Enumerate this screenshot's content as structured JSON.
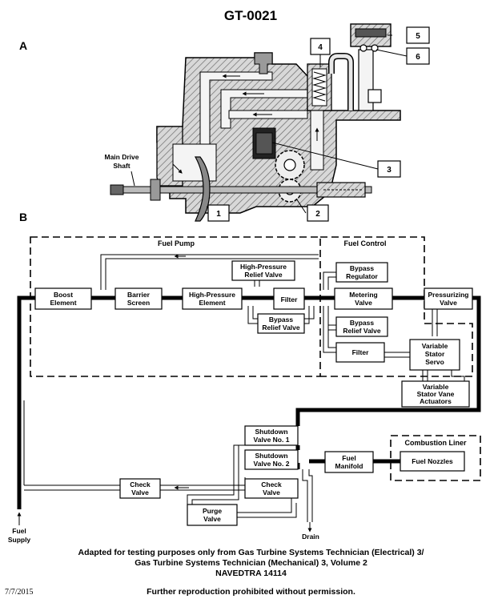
{
  "title": "GT-0021",
  "section_a": "A",
  "section_b": "B",
  "cutaway": {
    "shaft_label_1": "Main Drive",
    "shaft_label_2": "Shaft",
    "callouts": [
      "1",
      "2",
      "3",
      "4",
      "5",
      "6"
    ]
  },
  "groups": {
    "fuel_pump": "Fuel Pump",
    "fuel_control": "Fuel Control",
    "combustion_liner": "Combustion Liner"
  },
  "components": {
    "boost_element": [
      "Boost",
      "Element"
    ],
    "barrier_screen": [
      "Barrier",
      "Screen"
    ],
    "hp_element": [
      "High-Pressure",
      "Element"
    ],
    "hp_relief_valve": [
      "High-Pressure",
      "Relief Valve"
    ],
    "filter_pump": [
      "Filter"
    ],
    "bypass_relief_pump": [
      "Bypass",
      "Relief Valve"
    ],
    "bypass_regulator": [
      "Bypass",
      "Regulator"
    ],
    "metering_valve": [
      "Metering",
      "Valve"
    ],
    "pressurizing_valve": [
      "Pressurizing",
      "Valve"
    ],
    "bypass_relief_control": [
      "Bypass",
      "Relief Valve"
    ],
    "filter_control": [
      "Filter"
    ],
    "vs_servo": [
      "Variable",
      "Stator",
      "Servo"
    ],
    "vs_actuators": [
      "Variable",
      "Stator Vane",
      "Actuators"
    ],
    "shutdown_1": [
      "Shutdown",
      "Valve No. 1"
    ],
    "shutdown_2": [
      "Shutdown",
      "Valve No. 2"
    ],
    "fuel_manifold": [
      "Fuel",
      "Manifold"
    ],
    "fuel_nozzles": [
      "Fuel Nozzles"
    ],
    "check_valve_left": [
      "Check",
      "Valve"
    ],
    "check_valve_right": [
      "Check",
      "Valve"
    ],
    "purge_valve": [
      "Purge",
      "Valve"
    ]
  },
  "labels": {
    "fuel_supply": [
      "Fuel",
      "Supply"
    ],
    "drain": "Drain"
  },
  "footer": {
    "line1": "Adapted for testing purposes only from Gas Turbine Systems Technician (Electrical) 3/",
    "line2": "Gas Turbine Systems Technician (Mechanical) 3, Volume 2",
    "line3": "NAVEDTRA 14114",
    "line4": "Further reproduction prohibited without permission.",
    "date": "7/7/2015"
  }
}
